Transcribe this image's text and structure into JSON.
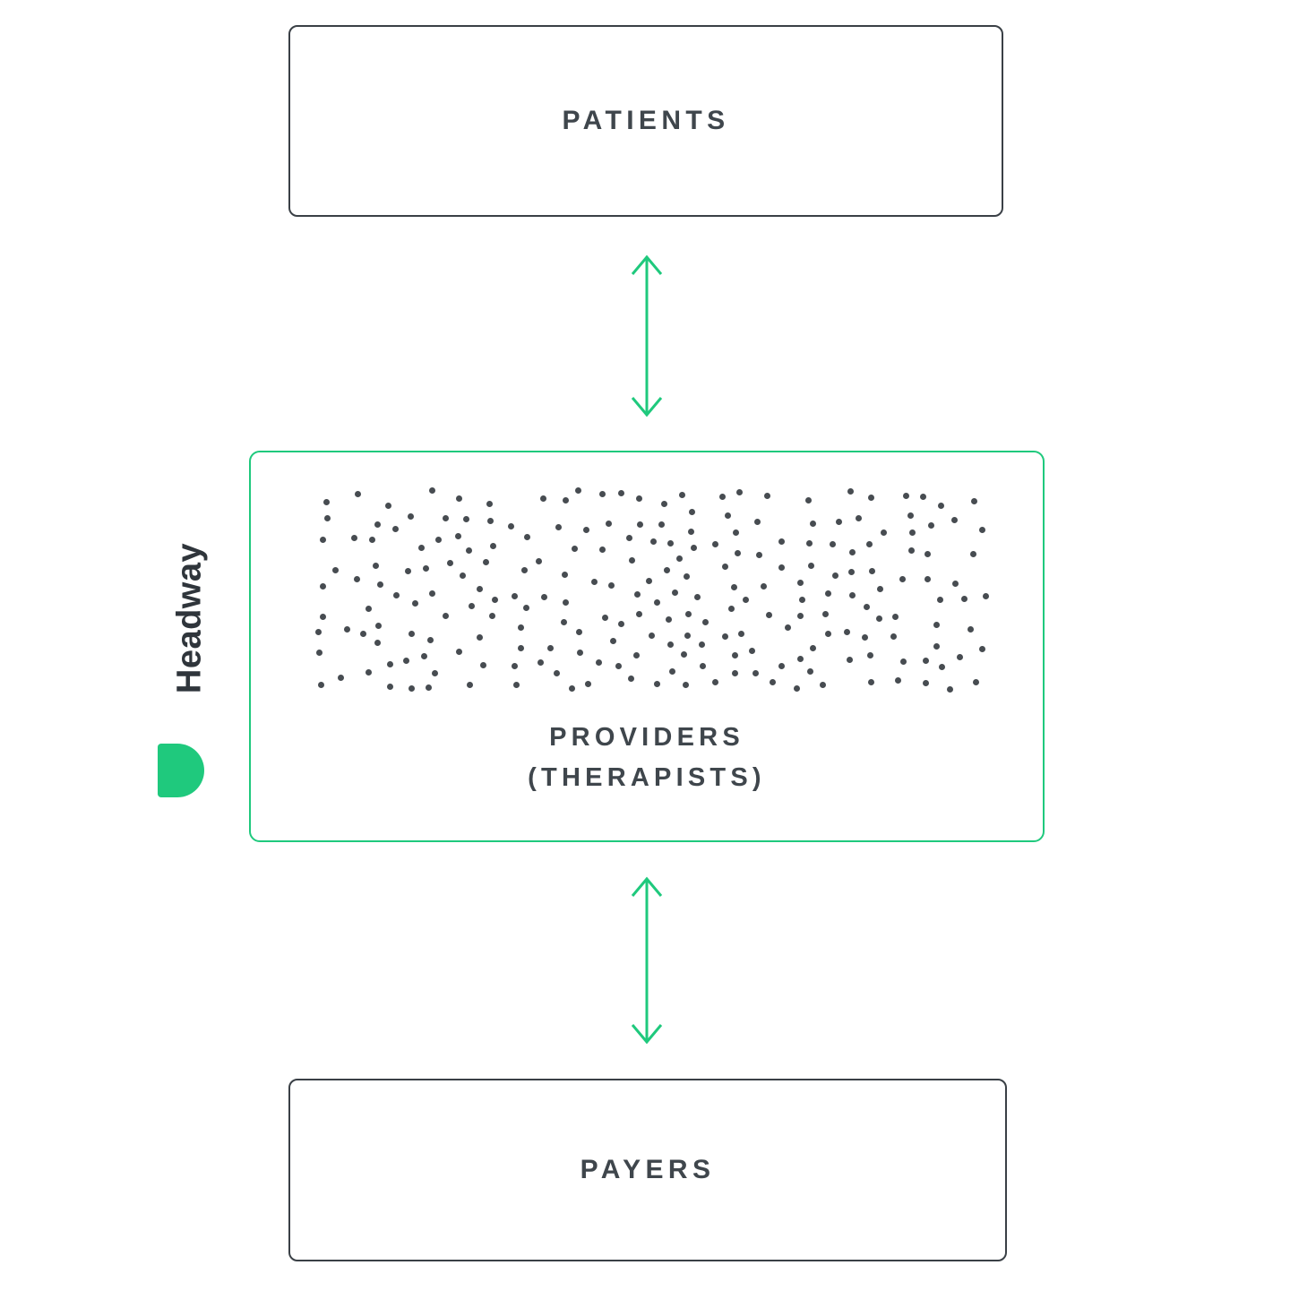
{
  "diagram": {
    "boxes": {
      "patients": {
        "label": "PATIENTS"
      },
      "providers": {
        "label_line1": "PROVIDERS",
        "label_line2": "(THERAPISTS)"
      },
      "payers": {
        "label": "PAYERS"
      }
    },
    "brand": {
      "wordmark": "Headway"
    },
    "dots": {
      "count": 230
    }
  },
  "colors": {
    "green": "#1fc97d",
    "dark": "#3f464c",
    "dot": "#474c51"
  }
}
